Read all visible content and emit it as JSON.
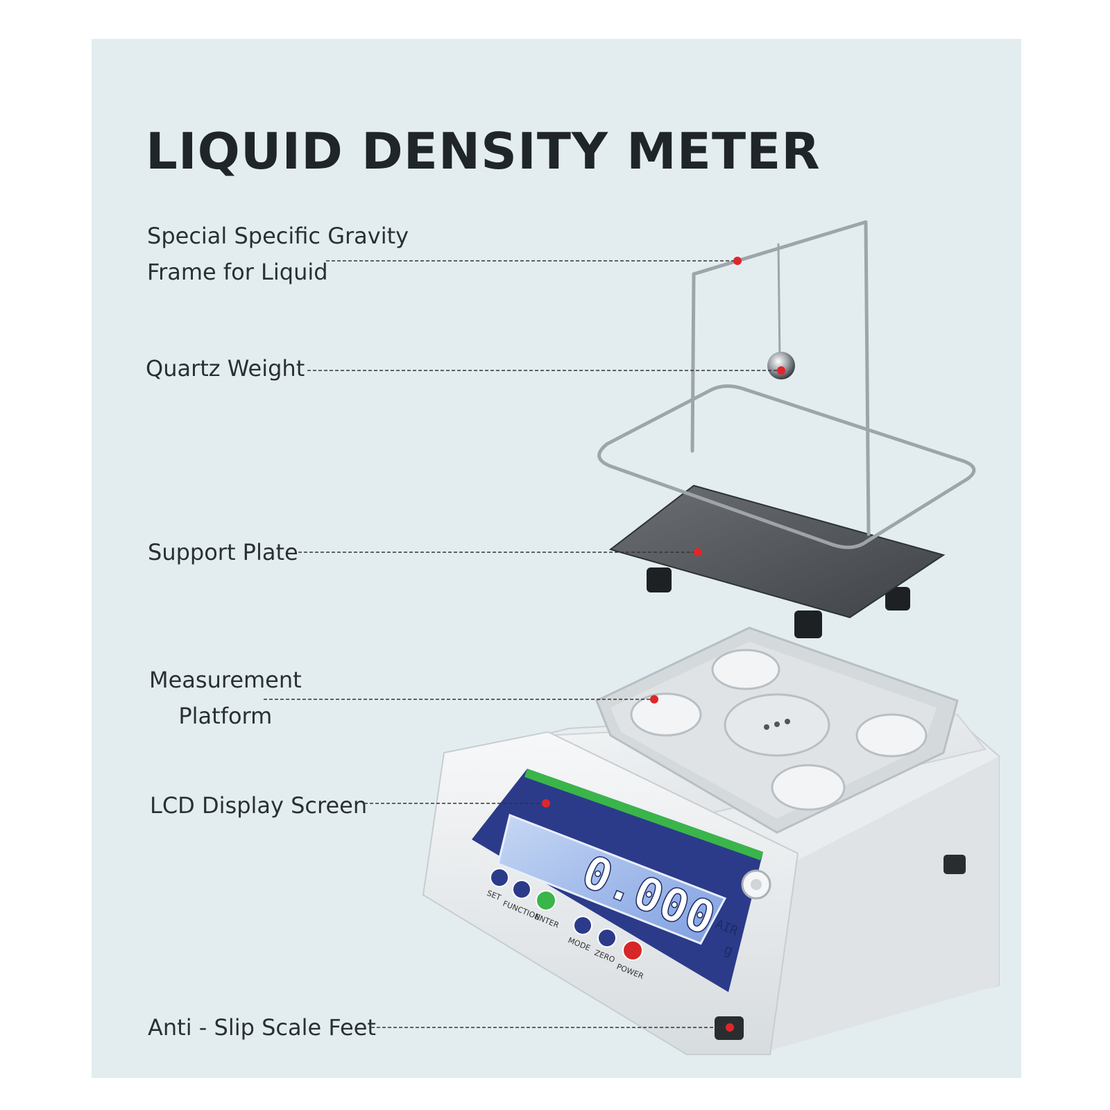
{
  "title": "LIQUID DENSITY METER",
  "labels": {
    "frame_line1": "Special Specific Gravity",
    "frame_line2": "Frame for Liquid",
    "quartz": "Quartz Weight",
    "plate": "Support Plate",
    "platform_line1": "Measurement",
    "platform_line2": "Platform",
    "lcd": "LCD Display Screen",
    "feet": "Anti - Slip Scale Feet"
  },
  "lcd": {
    "reading": "0.000",
    "mode": "AIR",
    "unit": "g"
  },
  "buttons": {
    "set": "SET",
    "function": "FUNCTION",
    "enter": "ENTER",
    "mode": "MODE",
    "zero": "ZERO",
    "power": "POWER"
  },
  "colors": {
    "background_panel": "#e3edef",
    "callout_dot": "#e0262b",
    "lcd_panel": "#2b3b8a",
    "accent_green": "#3ab54a",
    "power_red": "#d62828"
  }
}
